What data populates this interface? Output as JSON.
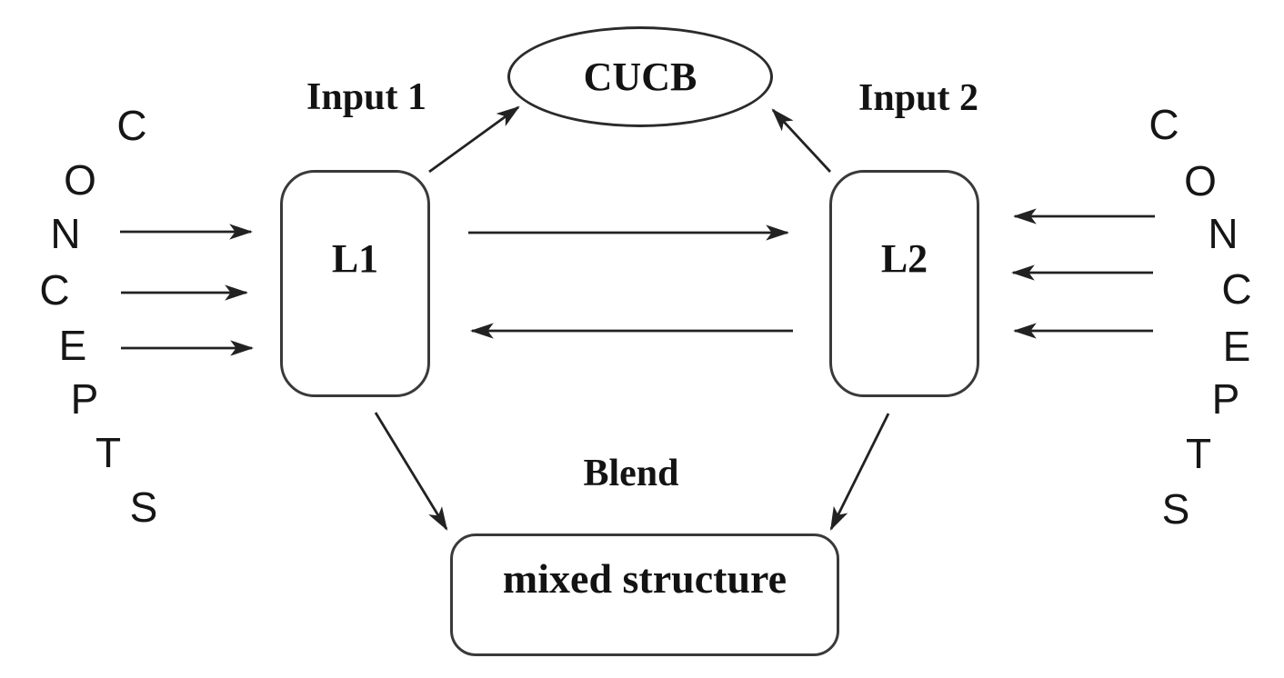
{
  "diagram": {
    "nodes": {
      "cucb": {
        "label": "CUCB",
        "shape": "ellipse"
      },
      "l1": {
        "label": "L1",
        "shape": "rounded-rect"
      },
      "l2": {
        "label": "L2",
        "shape": "rounded-rect"
      },
      "mixed": {
        "label": "mixed structure",
        "shape": "rounded-rect"
      }
    },
    "labels": {
      "input1": "Input 1",
      "input2": "Input 2",
      "blend": "Blend"
    },
    "concepts_left": {
      "word": "CONCEPTS",
      "letters": [
        "C",
        "O",
        "N",
        "C",
        "E",
        "P",
        "T",
        "S"
      ]
    },
    "concepts_right": {
      "word": "CONCEPTS",
      "letters": [
        "C",
        "O",
        "N",
        "C",
        "E",
        "P",
        "T",
        "S"
      ]
    },
    "edges": [
      "concepts-left to L1 (3 arrows)",
      "concepts-right to L2 (3 arrows)",
      "L1 to L2",
      "L2 to L1",
      "L1 to CUCB",
      "L2 to CUCB",
      "L1 to mixed structure",
      "L2 to mixed structure"
    ],
    "colors": {
      "background": "#ffffff",
      "ink": "#131313",
      "line": "#222222",
      "node_border": "#3a3a3a"
    }
  }
}
